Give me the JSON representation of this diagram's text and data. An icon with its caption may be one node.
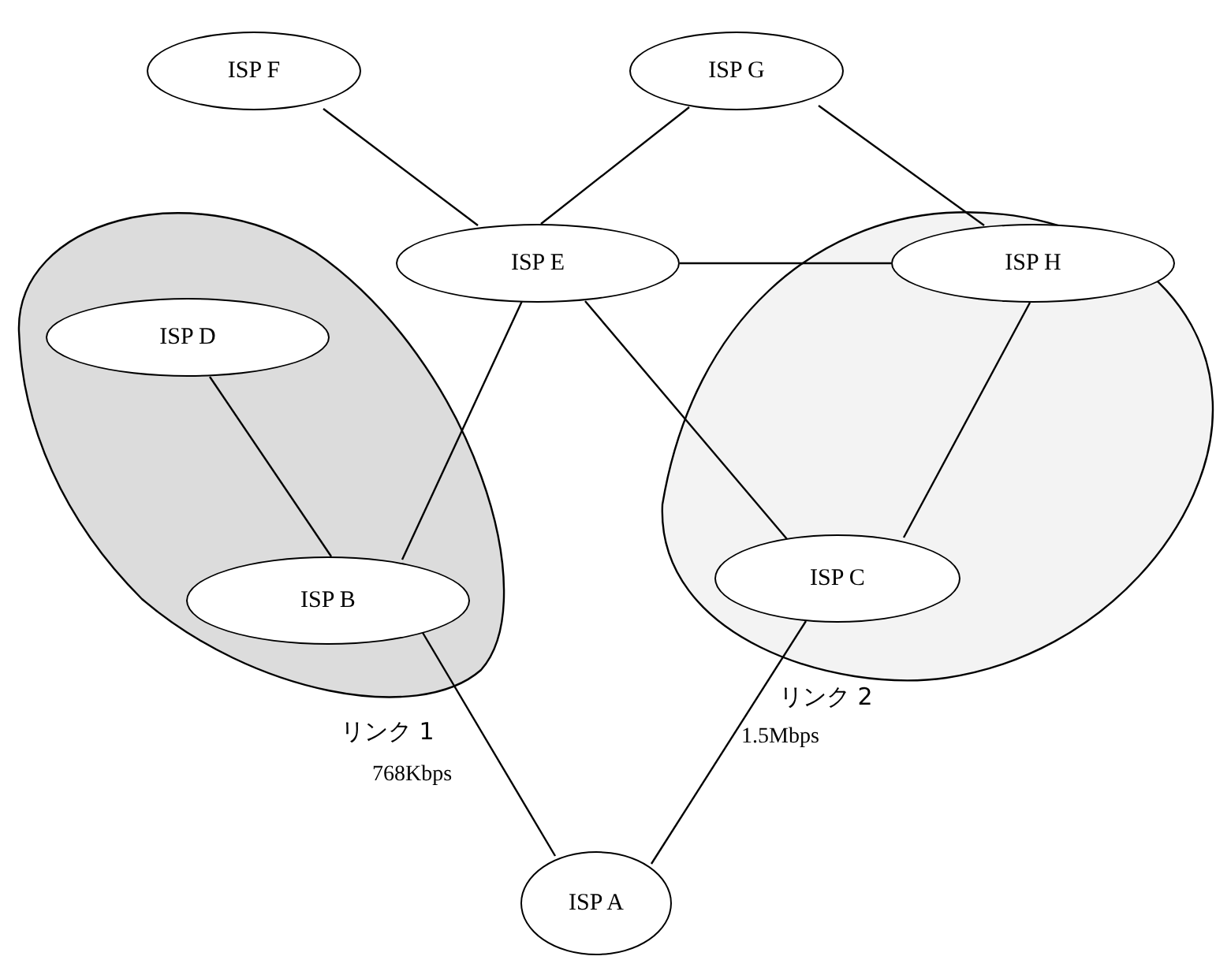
{
  "diagram": {
    "nodes": [
      {
        "text": [
          "ISP F"
        ]
      },
      {
        "text": [
          "ISP G"
        ]
      },
      {
        "text": [
          "ISP E"
        ]
      },
      {
        "text": [],
        "shape": "cloud"
      },
      {
        "text": [
          "ISP H"
        ],
        "in": 3
      },
      {
        "text": [],
        "shape": "cloud"
      },
      {
        "text": [
          "ISP D"
        ],
        "in": 5
      },
      {
        "text": [
          "ISP C"
        ],
        "in": 3
      },
      {
        "text": [
          "ISP B"
        ],
        "in": 5
      },
      {
        "text": [
          "ISP A"
        ]
      }
    ],
    "edges": [
      {
        "from": 0,
        "to": 2,
        "arrow": "none"
      },
      {
        "from": 1,
        "to": 2,
        "arrow": "none"
      },
      {
        "from": 1,
        "to": 4,
        "arrow": "none"
      },
      {
        "from": 2,
        "to": 4,
        "arrow": "none"
      },
      {
        "from": 2,
        "to": 8,
        "arrow": "none"
      },
      {
        "from": 2,
        "to": 7,
        "arrow": "none"
      },
      {
        "from": 4,
        "to": 7,
        "arrow": "none"
      },
      {
        "from": 6,
        "to": 8,
        "arrow": "none"
      },
      {
        "from": 8,
        "to": 9,
        "arrow": "none"
      },
      {
        "from": 7,
        "to": 9,
        "arrow": "none"
      }
    ],
    "labels": [
      "リンク 1",
      "768Kbps",
      "リンク 2",
      "1.5Mbps"
    ]
  }
}
